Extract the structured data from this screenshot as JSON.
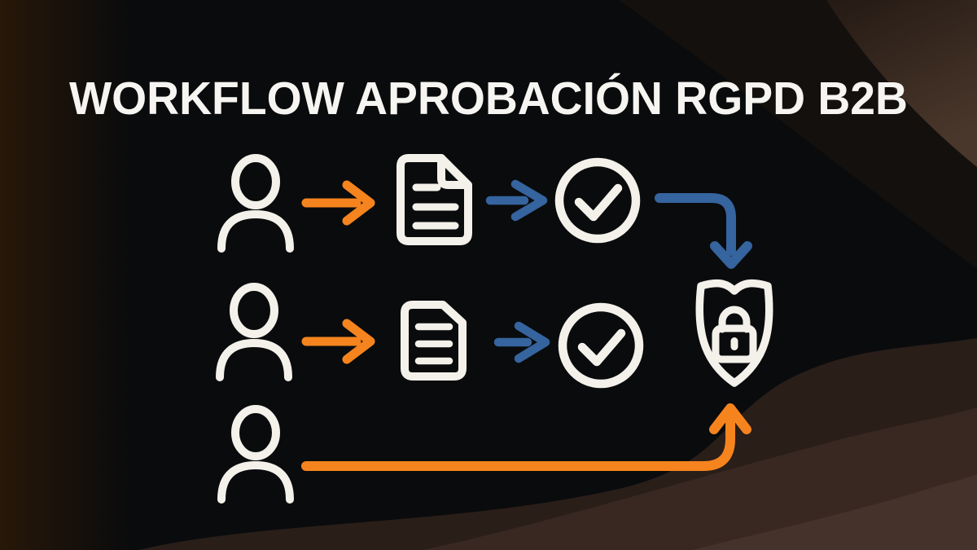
{
  "title": "WORKFLOW APROBACIÓN RGPD B2B",
  "colors": {
    "bg": "#0a0b0d",
    "title": "#f7f5f1",
    "icon": "#f4f1eb",
    "orange": "#f5841e",
    "blue": "#35649e",
    "wave-dark": "#2a1e19",
    "wave-mid": "#392822",
    "wave-light": "#45322a",
    "corner-brown": "#4a372b",
    "corner-brown-dark": "#241a14",
    "edge-brown": "#281808",
    "shade-band": "#14100d"
  },
  "diagram": {
    "rows": [
      {
        "icons": [
          "person",
          "arrow-orange",
          "document-fold",
          "arrow-blue",
          "check-circle",
          "elbow-arrow-blue-down-to-shield"
        ]
      },
      {
        "icons": [
          "person",
          "arrow-orange",
          "document",
          "arrow-blue",
          "check-circle",
          "shield-lock"
        ]
      },
      {
        "icons": [
          "person",
          "long-elbow-arrow-orange-up-to-shield"
        ]
      }
    ]
  }
}
